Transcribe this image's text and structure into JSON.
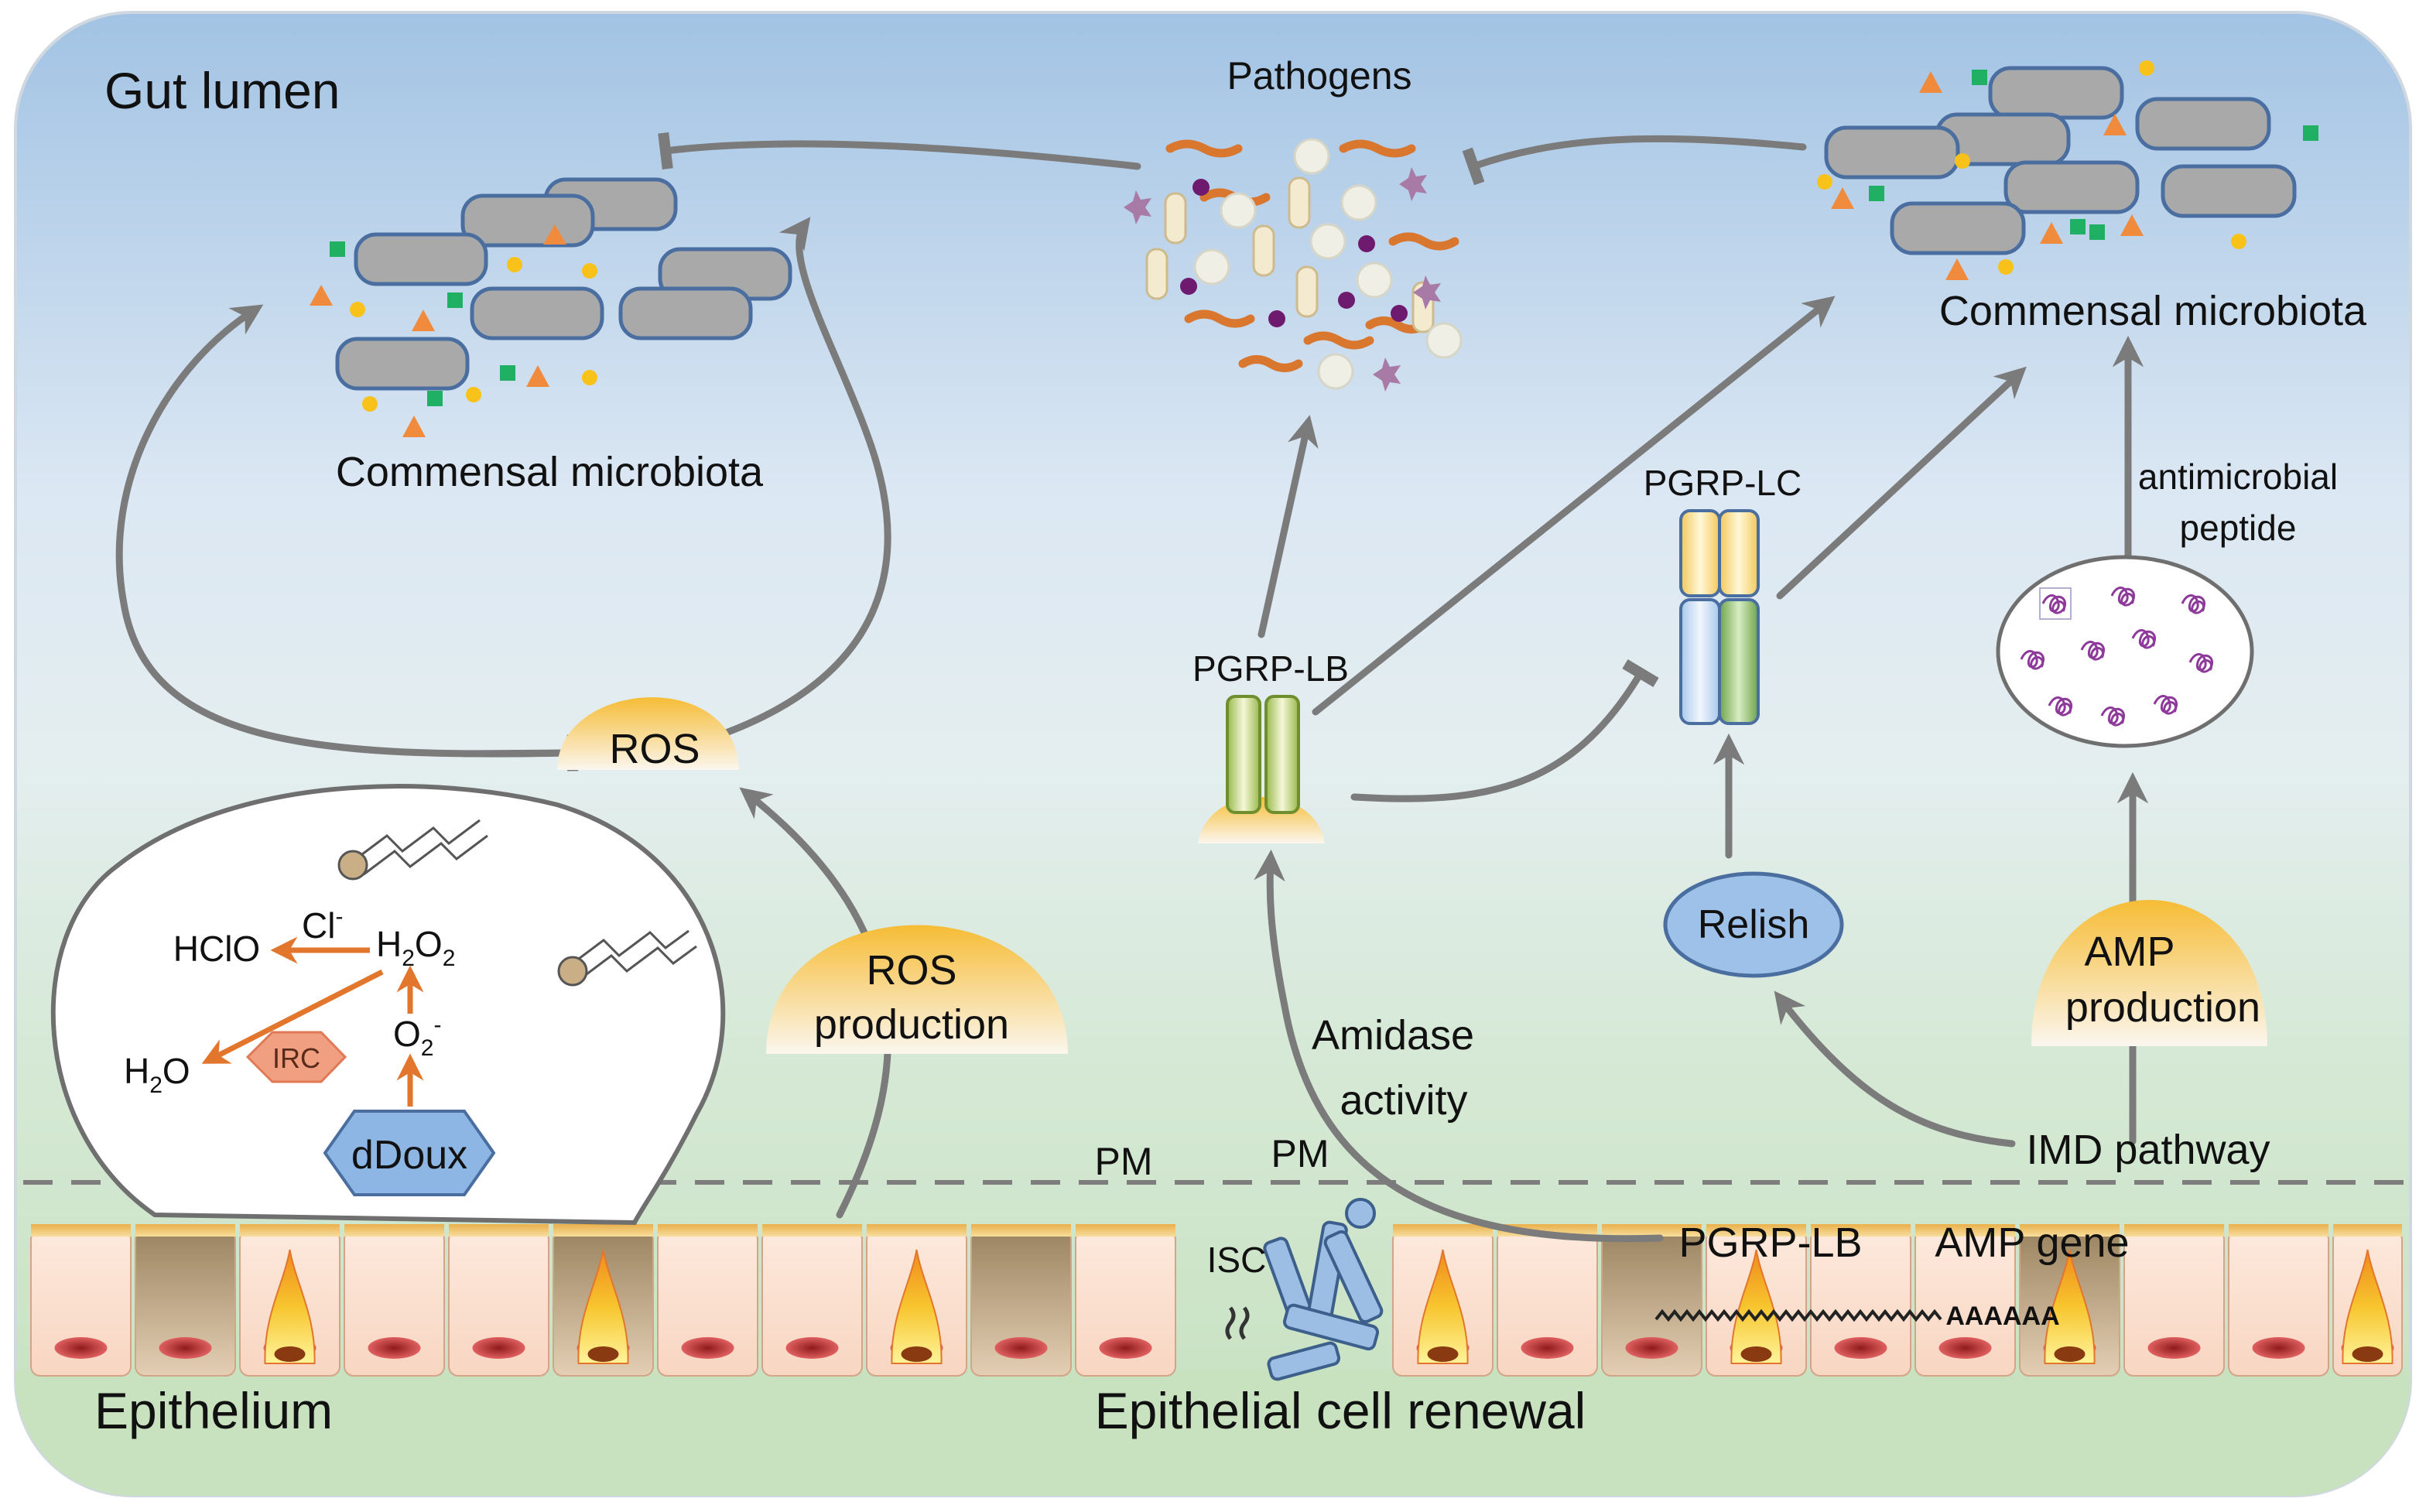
{
  "labels": {
    "gut_lumen": "Gut lumen",
    "pathogens": "Pathogens",
    "commensal_left": "Commensal microbiota",
    "commensal_right": "Commensal microbiota",
    "ros": "ROS",
    "ros_production_1": "ROS",
    "ros_production_2": "production",
    "pgrp_lb_top": "PGRP-LB",
    "pgrp_lc": "PGRP-LC",
    "antimicrobial_1": "antimicrobial",
    "antimicrobial_2": "peptide",
    "relish": "Relish",
    "amp_production_1": "AMP",
    "amp_production_2": "production",
    "amidase_1": "Amidase",
    "amidase_2": "activity",
    "pm_left": "PM",
    "pm_center": "PM",
    "imd_pathway": "IMD pathway",
    "pgrp_lb_gene": "PGRP-LB",
    "amp_gene": "AMP  gene",
    "isc": "ISC",
    "poly_a": "AAAAAA",
    "epithelium": "Epithelium",
    "renewal": "Epithelial cell renewal",
    "hclo": "HClO",
    "cl": "Cl",
    "cl_sup": "-",
    "h2o2_h": "H",
    "h2o2_sub": "2",
    "h2o2_o": "O",
    "h2o2_sub2": "2",
    "h2o_h": "H",
    "h2o_sub": "2",
    "h2o_o": "O",
    "o2_o": "O",
    "o2_sub": "2",
    "o2_sup": "-",
    "irc": "IRC",
    "ddoux": "dDoux"
  },
  "colors": {
    "lumen_top": "#a4c6e6",
    "lumen_mid": "#e3edf6",
    "epithelium_bg": "#c8e2c0",
    "bacteria": "#a9a9a9",
    "bacteria_stroke": "#4a6ea0",
    "arrow": "#7b7b7b",
    "orange": "#e2762c",
    "yellow_mound": "#f7c548",
    "relish": "#9dc1e8",
    "ddoux": "#8db6e4"
  }
}
